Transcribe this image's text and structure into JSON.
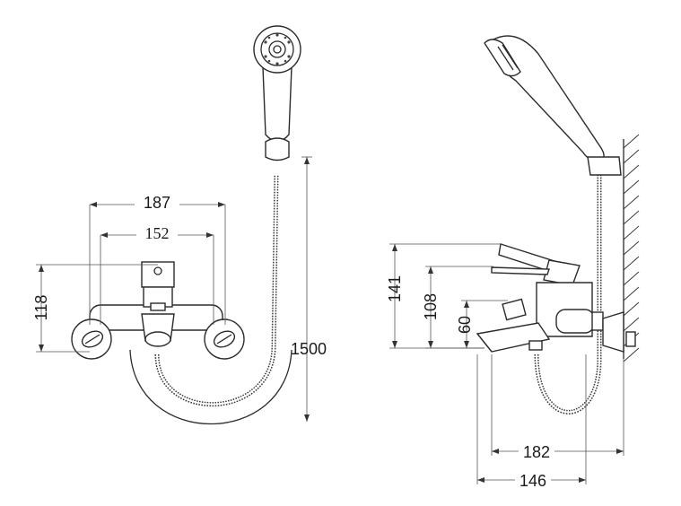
{
  "front_view": {
    "dims": {
      "width_outer": "187",
      "width_inner": "152",
      "height": "118",
      "hose_length": "1500"
    }
  },
  "side_view": {
    "dims": {
      "height_max": "141",
      "height_mid": "108",
      "height_low": "60",
      "depth_max": "182",
      "depth_min": "146"
    }
  },
  "icons": [
    "hand-shower-icon",
    "wall-hatch-icon",
    "hose-icon"
  ]
}
